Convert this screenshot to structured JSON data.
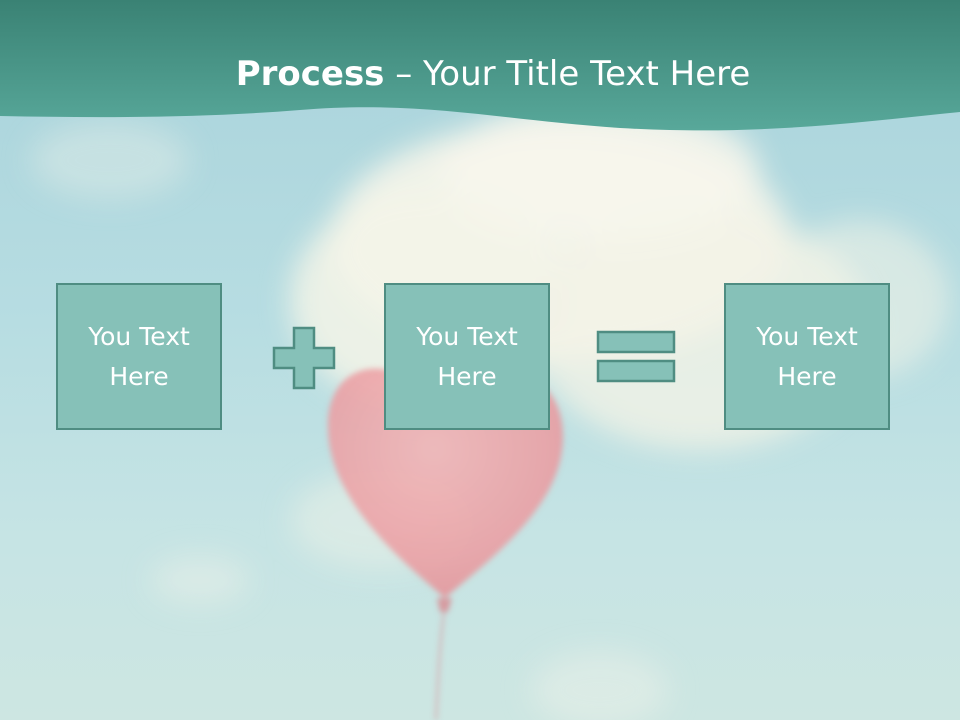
{
  "slide": {
    "title_bold": "Process",
    "title_rest": " – Your Title Text Here",
    "boxes": [
      {
        "text": "You Text Here"
      },
      {
        "text": "You Text Here"
      },
      {
        "text": "You Text Here"
      }
    ],
    "operators": [
      "plus-icon",
      "equals-icon"
    ]
  },
  "colors": {
    "header_teal": "#3f8c7f",
    "box_fill": "#86c1b8",
    "box_border": "#4f8d82",
    "text": "#ffffff"
  }
}
